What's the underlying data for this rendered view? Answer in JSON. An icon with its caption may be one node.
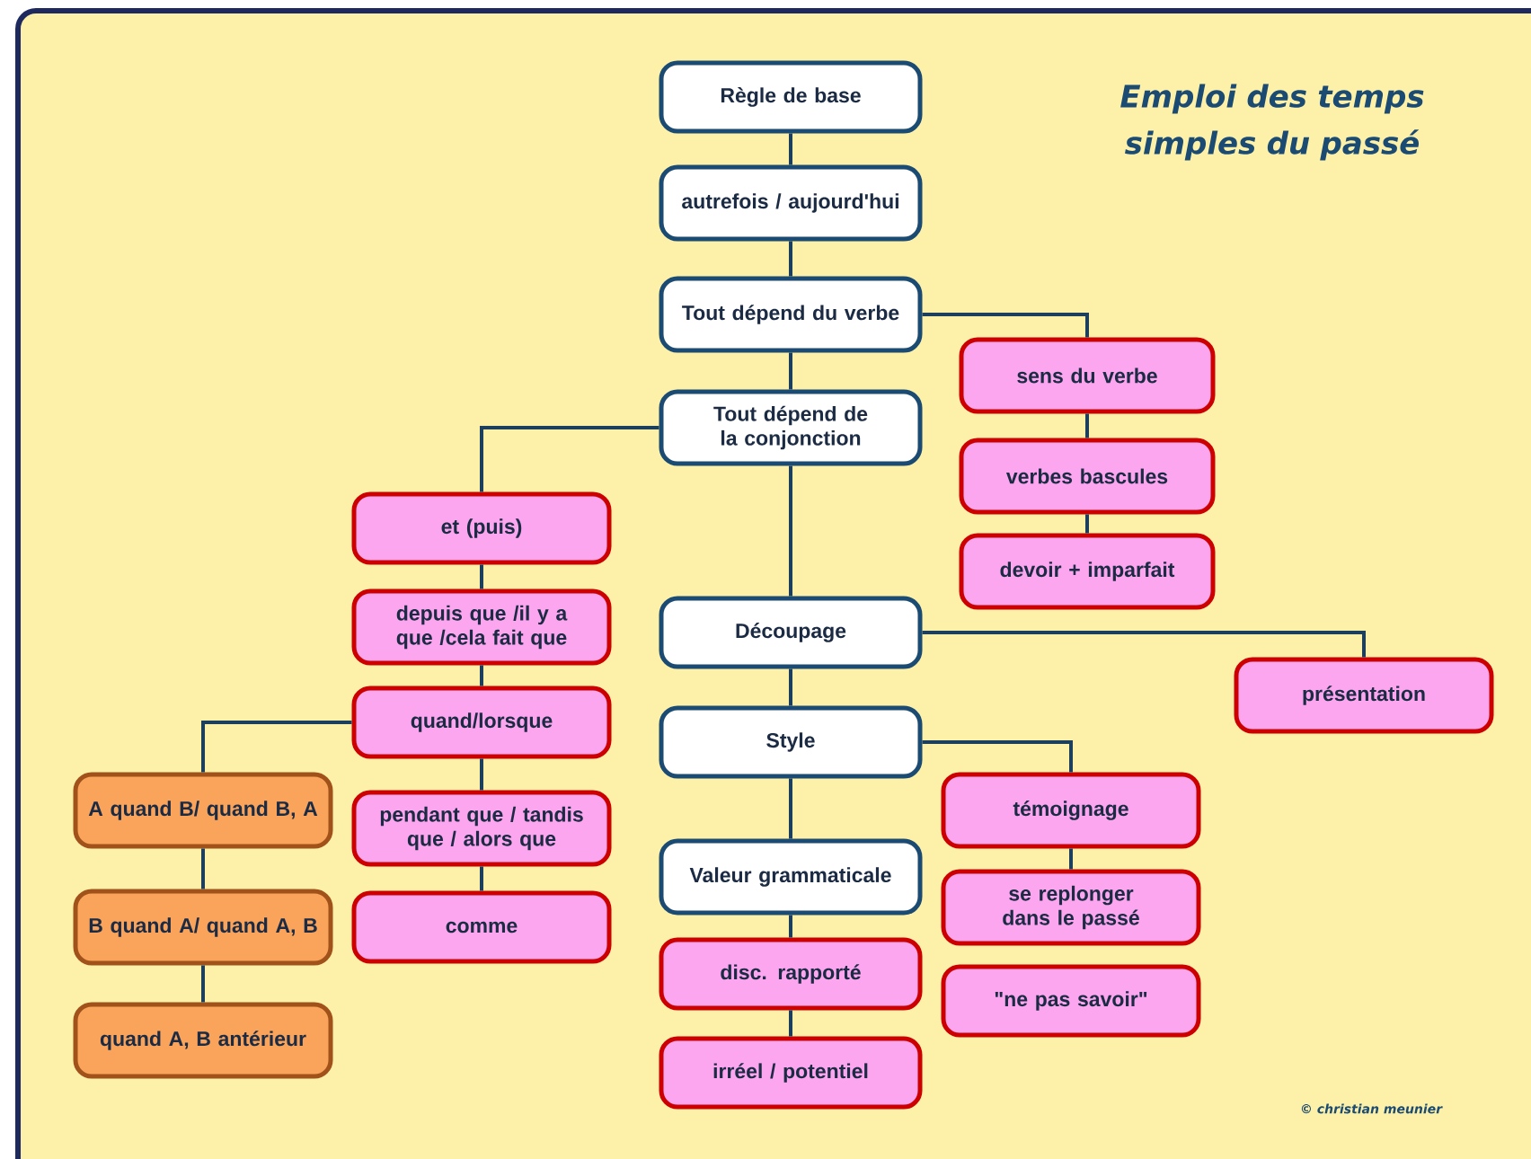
{
  "diagram": {
    "title": "Emploi des temps simples du passé",
    "nodes": [
      {
        "text": [
          "Règle de base"
        ]
      },
      {
        "text": [
          "autrefois / aujourd'hui"
        ]
      },
      {
        "text": [
          "Tout dépend du verbe"
        ]
      },
      {
        "text": [
          "Tout dépend de la conjonction"
        ]
      },
      {
        "text": [
          "sens du verbe"
        ]
      },
      {
        "text": [
          "verbes bascules"
        ]
      },
      {
        "text": [
          "devoir + imparfait"
        ]
      },
      {
        "text": [
          "et (puis)"
        ]
      },
      {
        "text": [
          "depuis que /il y a que /cela fait que"
        ]
      },
      {
        "text": [
          "quand/lorsque"
        ]
      },
      {
        "text": [
          "pendant que / tandis que / alors que"
        ]
      },
      {
        "text": [
          "comme"
        ]
      },
      {
        "text": [
          "A quand B/ quand B, A"
        ]
      },
      {
        "text": [
          "B quand A/ quand A, B"
        ]
      },
      {
        "text": [
          "quand A, B antérieur"
        ]
      },
      {
        "text": [
          "Découpage"
        ]
      },
      {
        "text": [
          "présentation"
        ]
      },
      {
        "text": [
          "Style"
        ]
      },
      {
        "text": [
          "Valeur grammaticale"
        ]
      },
      {
        "text": [
          "disc. rapporté"
        ]
      },
      {
        "text": [
          "irréel / potentiel"
        ]
      },
      {
        "text": [
          "témoignage"
        ]
      },
      {
        "text": [
          "se replonger dans le passé"
        ]
      },
      {
        "text": [
          "\"ne pas savoir\""
        ]
      }
    ],
    "edges": [
      {
        "from": 0,
        "to": 1,
        "arrow": "none"
      },
      {
        "from": 1,
        "to": 2,
        "arrow": "none"
      },
      {
        "from": 2,
        "to": 3,
        "arrow": "none"
      },
      {
        "from": 2,
        "to": 4,
        "arrow": "none"
      },
      {
        "from": 4,
        "to": 5,
        "arrow": "none"
      },
      {
        "from": 5,
        "to": 6,
        "arrow": "none"
      },
      {
        "from": 3,
        "to": 7,
        "arrow": "none"
      },
      {
        "from": 7,
        "to": 8,
        "arrow": "none"
      },
      {
        "from": 8,
        "to": 9,
        "arrow": "none"
      },
      {
        "from": 9,
        "to": 10,
        "arrow": "none"
      },
      {
        "from": 10,
        "to": 11,
        "arrow": "none"
      },
      {
        "from": 9,
        "to": 12,
        "arrow": "none"
      },
      {
        "from": 12,
        "to": 13,
        "arrow": "none"
      },
      {
        "from": 13,
        "to": 14,
        "arrow": "none"
      },
      {
        "from": 3,
        "to": 15,
        "arrow": "none"
      },
      {
        "from": 15,
        "to": 16,
        "arrow": "none"
      },
      {
        "from": 15,
        "to": 17,
        "arrow": "none"
      },
      {
        "from": 17,
        "to": 18,
        "arrow": "none"
      },
      {
        "from": 18,
        "to": 19,
        "arrow": "none"
      },
      {
        "from": 19,
        "to": 20,
        "arrow": "none"
      },
      {
        "from": 17,
        "to": 21,
        "arrow": "none"
      },
      {
        "from": 21,
        "to": 22,
        "arrow": "none"
      }
    ],
    "labels": [
      "© christian meunier"
    ]
  }
}
